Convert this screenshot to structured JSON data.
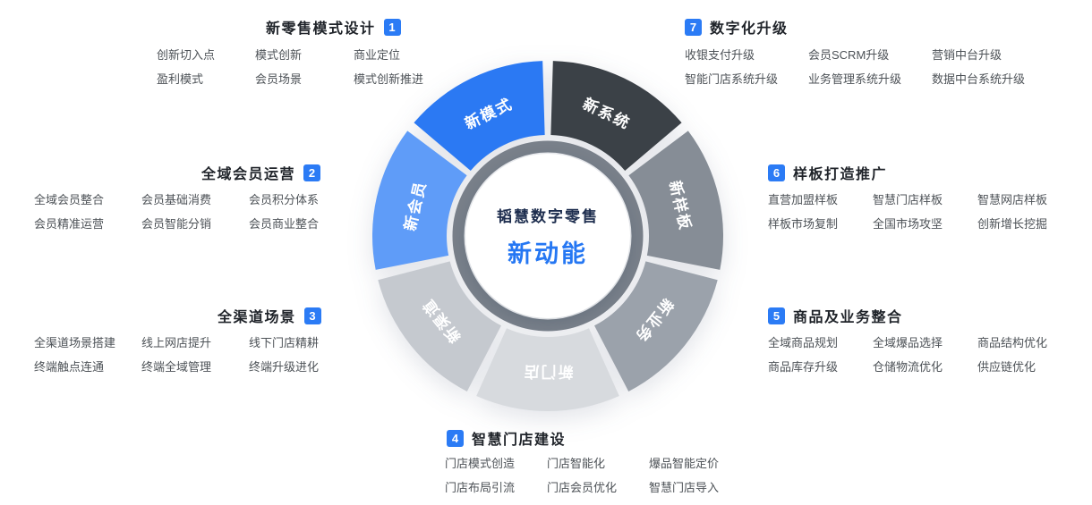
{
  "center": {
    "title": "韬慧数字零售",
    "subtitle": "新动能",
    "title_color": "#1d2d4e",
    "subtitle_color": "#2577f3"
  },
  "wheel": {
    "ring_color": "#79808a",
    "label_color": "#ffffff",
    "segments": [
      {
        "label": "新系统",
        "color": "#3b4147"
      },
      {
        "label": "新样板",
        "color": "#868d96"
      },
      {
        "label": "新业务",
        "color": "#9ba2ab"
      },
      {
        "label": "新门店",
        "color": "#d7dade"
      },
      {
        "label": "新渠道",
        "color": "#c5c9cf"
      },
      {
        "label": "新会员",
        "color": "#5f9cf8"
      },
      {
        "label": "新模式",
        "color": "#2b79f3"
      }
    ]
  },
  "badge_color": "#2b7bf5",
  "sections": [
    {
      "num": "1",
      "title": "新零售模式设计",
      "items": [
        "创新切入点",
        "模式创新",
        "商业定位",
        "盈利模式",
        "会员场景",
        "模式创新推进"
      ]
    },
    {
      "num": "2",
      "title": "全域会员运营",
      "items": [
        "全域会员整合",
        "会员基础消费",
        "会员积分体系",
        "会员精准运营",
        "会员智能分销",
        "会员商业整合"
      ]
    },
    {
      "num": "3",
      "title": "全渠道场景",
      "items": [
        "全渠道场景搭建",
        "线上网店提升",
        "线下门店精耕",
        "终端触点连通",
        "终端全域管理",
        "终端升级进化"
      ]
    },
    {
      "num": "4",
      "title": "智慧门店建设",
      "items": [
        "门店模式创造",
        "门店智能化",
        "爆品智能定价",
        "门店布局引流",
        "门店会员优化",
        "智慧门店导入"
      ]
    },
    {
      "num": "5",
      "title": "商品及业务整合",
      "items": [
        "全域商品规划",
        "全域爆品选择",
        "商品结构优化",
        "商品库存升级",
        "仓储物流优化",
        "供应链优化"
      ]
    },
    {
      "num": "6",
      "title": "样板打造推广",
      "items": [
        "直营加盟样板",
        "智慧门店样板",
        "智慧网店样板",
        "样板市场复制",
        "全国市场攻坚",
        "创新增长挖掘"
      ]
    },
    {
      "num": "7",
      "title": "数字化升级",
      "items": [
        "收银支付升级",
        "会员SCRM升级",
        "营销中台升级",
        "智能门店系统升级",
        "业务管理系统升级",
        "数据中台系统升级"
      ]
    }
  ]
}
